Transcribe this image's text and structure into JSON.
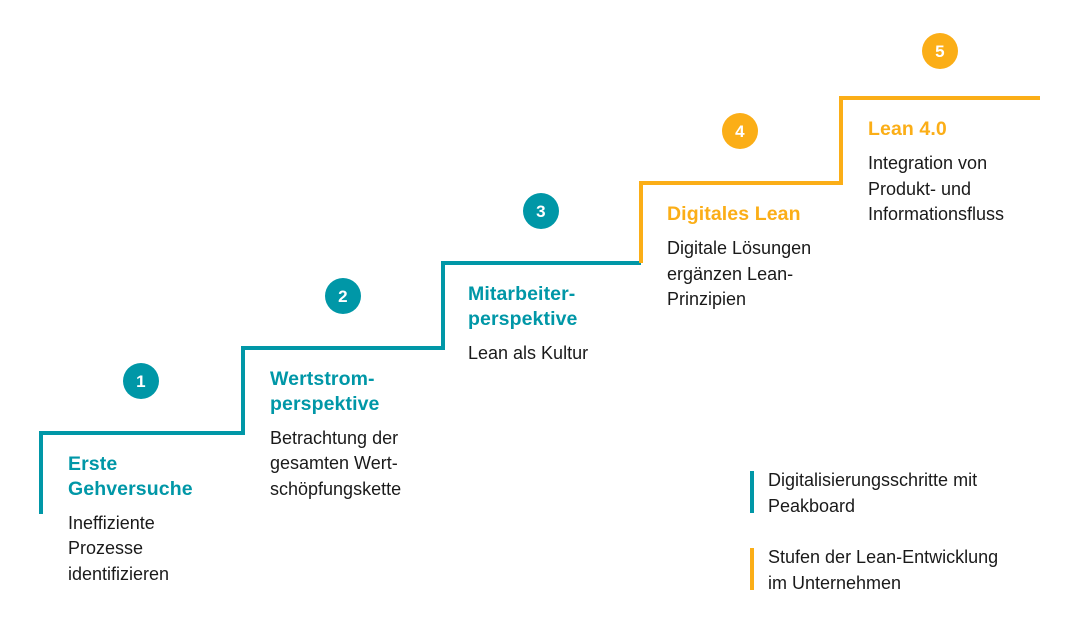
{
  "colors": {
    "teal": "#0097A7",
    "orange": "#FBAE17",
    "text": "#1A1A1A",
    "background": "#FFFFFF"
  },
  "steps": [
    {
      "number": "1",
      "title": "Erste\nGehversuche",
      "description": "Ineffiziente\nProzesse\nidentifizieren",
      "color_key": "teal"
    },
    {
      "number": "2",
      "title": "Wertstrom-\nperspektive",
      "description": "Betrachtung der\ngesamten Wert-\nschöpfungskette",
      "color_key": "teal"
    },
    {
      "number": "3",
      "title": "Mitarbeiter-\nperspektive",
      "description": "Lean als Kultur",
      "color_key": "teal"
    },
    {
      "number": "4",
      "title": "Digitales Lean",
      "description": "Digitale Lösungen\nergänzen Lean-\nPrinzipien",
      "color_key": "orange"
    },
    {
      "number": "5",
      "title": "Lean 4.0",
      "description": "Integration von\nProdukt- und\nInformationsfluss",
      "color_key": "orange"
    }
  ],
  "legend": [
    {
      "label": "Digitalisierungsschritte mit\nPeakboard",
      "color_key": "teal"
    },
    {
      "label": "Stufen der Lean-Entwicklung\nim Unternehmen",
      "color_key": "orange"
    }
  ]
}
